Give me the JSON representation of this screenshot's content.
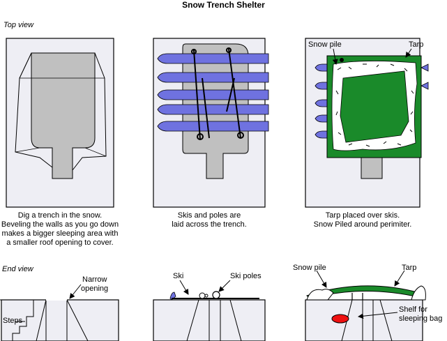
{
  "title": "Snow Trench Shelter",
  "top_view": {
    "heading": "Top view",
    "panels": [
      {
        "caption_lines": [
          "Dig a trench in the snow.",
          "Beveling the walls as you go down",
          "makes a bigger sleeping area with",
          "a smaller roof opening to cover."
        ]
      },
      {
        "caption_lines": [
          "Skis and poles are",
          "laid across the trench."
        ]
      },
      {
        "caption_lines": [
          "Tarp placed over skis.",
          "Snow Piled around perimiter."
        ],
        "labels": {
          "snow_pile": "Snow pile",
          "tarp": "Tarp"
        }
      }
    ]
  },
  "end_view": {
    "heading": "End view",
    "panels": [
      {
        "labels": {
          "narrow_opening_1": "Narrow",
          "narrow_opening_2": "opening",
          "steps": "Steps"
        }
      },
      {
        "labels": {
          "ski": "Ski",
          "ski_poles": "Ski poles"
        }
      },
      {
        "labels": {
          "snow_pile": "Snow pile",
          "tarp": "Tarp",
          "shelf_1": "Shelf for",
          "shelf_2": "sleeping bag"
        }
      }
    ]
  },
  "colors": {
    "snow_bg": "#eeeef4",
    "trench": "#c0c0c0",
    "ski": "#6f72e0",
    "tarp_green": "#1a8a2a",
    "sleeping_bag": "#ee1111"
  }
}
